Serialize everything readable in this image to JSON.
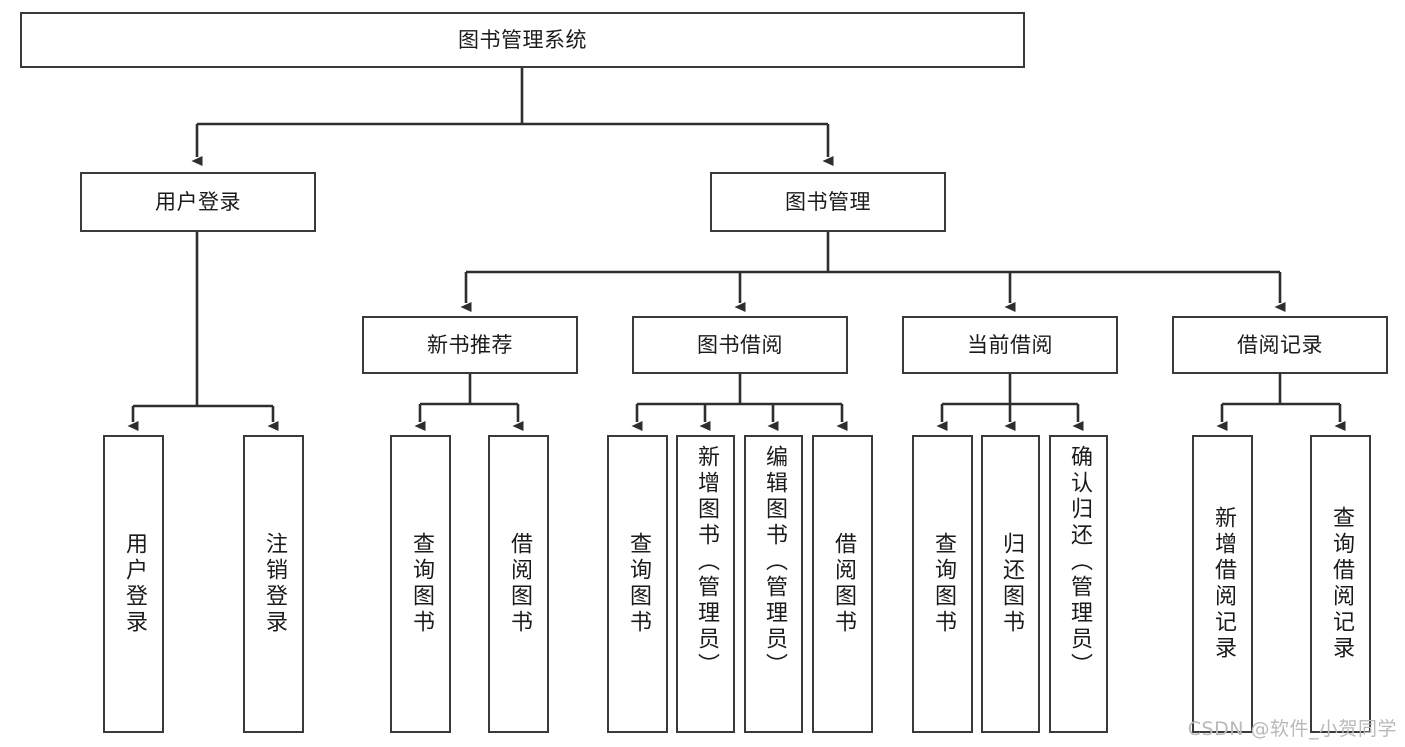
{
  "diagram": {
    "title": "图书管理系统",
    "type": "tree-hierarchy",
    "stroke_color": "#3a3a3a",
    "fill_color": "#ffffff",
    "text_color": "#1b1b1b",
    "watermark": "CSDN @软件_小贺同学"
  },
  "nodes": {
    "root": {
      "label": "图书管理系统"
    },
    "level1": [
      {
        "label": "用户登录"
      },
      {
        "label": "图书管理"
      }
    ],
    "level2": [
      {
        "label": "新书推荐"
      },
      {
        "label": "图书借阅"
      },
      {
        "label": "当前借阅"
      },
      {
        "label": "借阅记录"
      }
    ],
    "leaves": {
      "user_login": [
        {
          "label": "用户登录"
        },
        {
          "label": "注销登录"
        }
      ],
      "new_book_recommend": [
        {
          "label": "查询图书"
        },
        {
          "label": "借阅图书"
        }
      ],
      "book_borrow": [
        {
          "label": "查询图书"
        },
        {
          "label": "新增图书（管理员）"
        },
        {
          "label": "编辑图书（管理员）"
        },
        {
          "label": "借阅图书"
        }
      ],
      "current_borrow": [
        {
          "label": "查询图书"
        },
        {
          "label": "归还图书"
        },
        {
          "label": "确认归还（管理员）"
        }
      ],
      "borrow_record": [
        {
          "label": "新增借阅记录"
        },
        {
          "label": "查询借阅记录"
        }
      ]
    }
  }
}
